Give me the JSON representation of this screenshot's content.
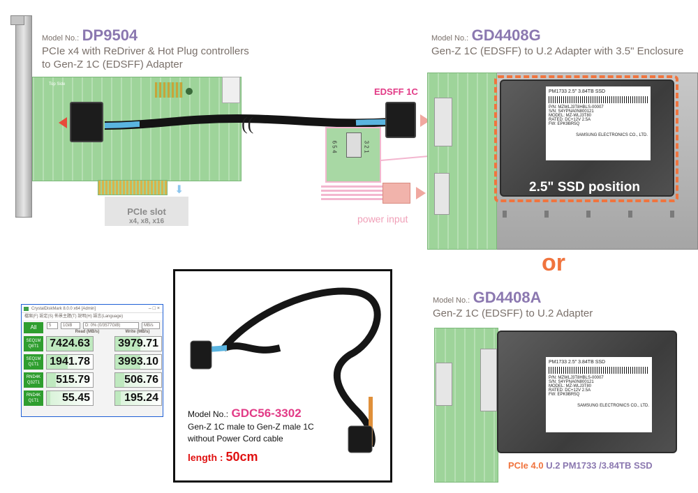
{
  "dp9504": {
    "model_prefix": "Model No.:",
    "model": "DP9504",
    "desc_line1": "PCIe x4 with ReDriver & Hot Plug controllers",
    "desc_line2": "to Gen-Z 1C (EDSFF) Adapter",
    "board_text": "Top Side",
    "slot_title": "PCIe slot",
    "slot_sub": "x4, x8, x16"
  },
  "gd4408g": {
    "model_prefix": "Model No.:",
    "model": "GD4408G",
    "desc": "Gen-Z 1C (EDSFF) to U.2 Adapter with 3.5\" Enclosure",
    "edsff_label": "EDSFF 1C",
    "power_label": "power input",
    "jumper_pins_left": "6 5 4",
    "jumper_pins_right": "3 2 1",
    "ssd_position": "2.5\" SSD position"
  },
  "or_text": "or",
  "gd4408a": {
    "model_prefix": "Model No.:",
    "model": "GD4408A",
    "desc": "Gen-Z 1C (EDSFF) to U.2 Adapter",
    "pcie_label": "PCIe 4.0",
    "ssd_label": "U.2 PM1733 /3.84TB SSD"
  },
  "ssd_sticker": {
    "title": "PM1733 2.5\" 3.84TB SSD",
    "lines": [
      "P/N: MZWLJ3T8HBLS-00007",
      "S/N: S4YPNA0N800121",
      "MODEL: MZ-WLJ3T80",
      "RATED: DC+12V 2.5A",
      "FW: EPK9BR5Q"
    ],
    "maker": "SAMSUNG ELECTRONICS CO., LTD."
  },
  "cable": {
    "model_prefix": "Model No.:",
    "model": "GDC56-3302",
    "desc_line1": "Gen-Z 1C male to Gen-Z male 1C",
    "desc_line2": "without Power Cord cable",
    "length_label": "length : ",
    "length_value": "50cm"
  },
  "crystaldiskmark": {
    "title": "CrystalDiskMark 8.0.0 x64 [Admin]",
    "menu": [
      "檔案(F)",
      "設定(S)",
      "佈景主題(T)",
      "說明(H)",
      "語言(Language)"
    ],
    "all_button": "All",
    "count": "5",
    "size": "1GiB",
    "drive": "D: 0% (0/3577GiB)",
    "unit": "MB/s",
    "read_header": "Read (MB/s)",
    "write_header": "Write (MB/s)",
    "rows": [
      {
        "label1": "SEQ1M",
        "label2": "Q8T1",
        "read": "7424.63",
        "write": "3979.71",
        "read_frac": 1.0,
        "write_frac": 0.55
      },
      {
        "label1": "SEQ1M",
        "label2": "Q1T1",
        "read": "1941.78",
        "write": "3993.10",
        "read_frac": 0.45,
        "write_frac": 0.55
      },
      {
        "label1": "RND4K",
        "label2": "Q32T1",
        "read": "515.79",
        "write": "506.76",
        "read_frac": 0.2,
        "write_frac": 0.2
      },
      {
        "label1": "RND4K",
        "label2": "Q1T1",
        "read": "55.45",
        "write": "195.24",
        "read_frac": 0.08,
        "write_frac": 0.12
      }
    ]
  },
  "colors": {
    "model_purple": "#8b78b0",
    "pink": "#e23a86",
    "red": "#e01010",
    "orange_dash": "#f0743e",
    "pcb_green": "#9ed49a"
  }
}
